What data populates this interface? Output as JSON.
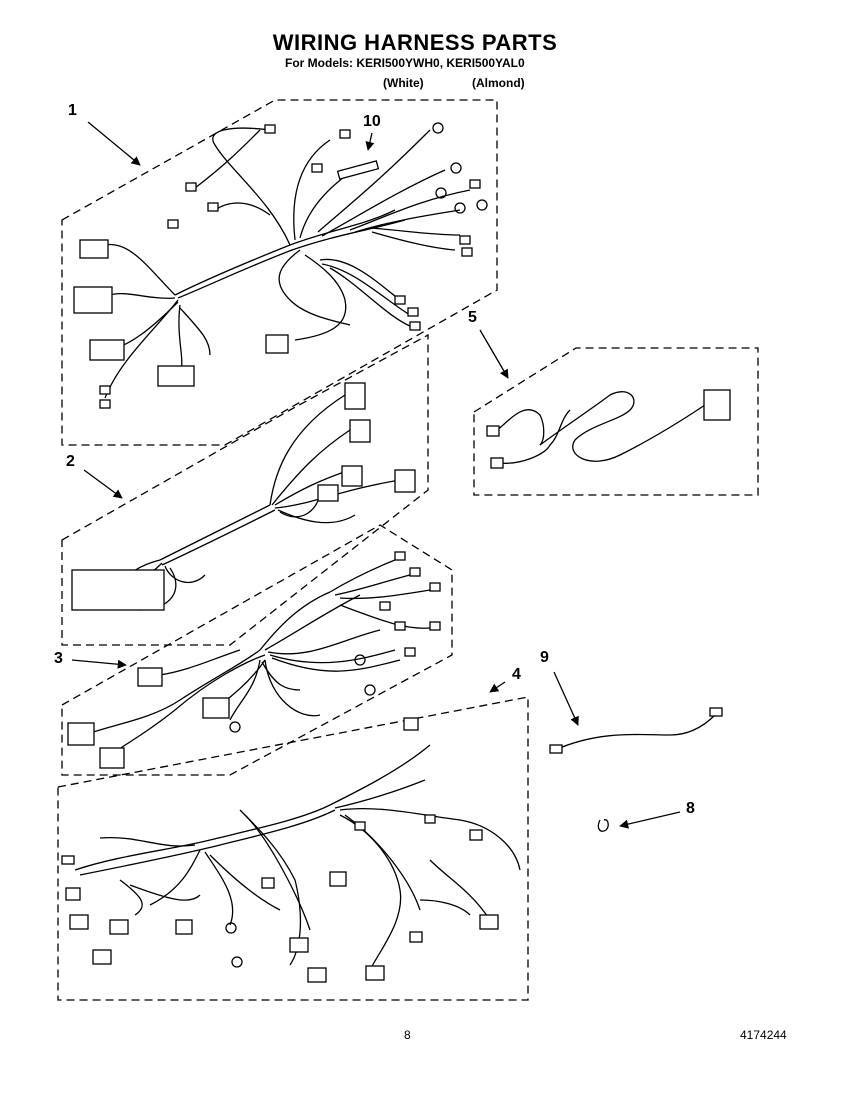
{
  "header": {
    "title": "WIRING HARNESS PARTS",
    "models_line": "For Models: KERI500YWH0, KERI500YAL0",
    "variant_white": "(White)",
    "variant_almond": "(Almond)"
  },
  "callouts": {
    "c1": "1",
    "c2": "2",
    "c3": "3",
    "c4": "4",
    "c5": "5",
    "c8": "8",
    "c9": "9",
    "c10": "10"
  },
  "footer": {
    "page_number": "8",
    "document_number": "4174244"
  }
}
